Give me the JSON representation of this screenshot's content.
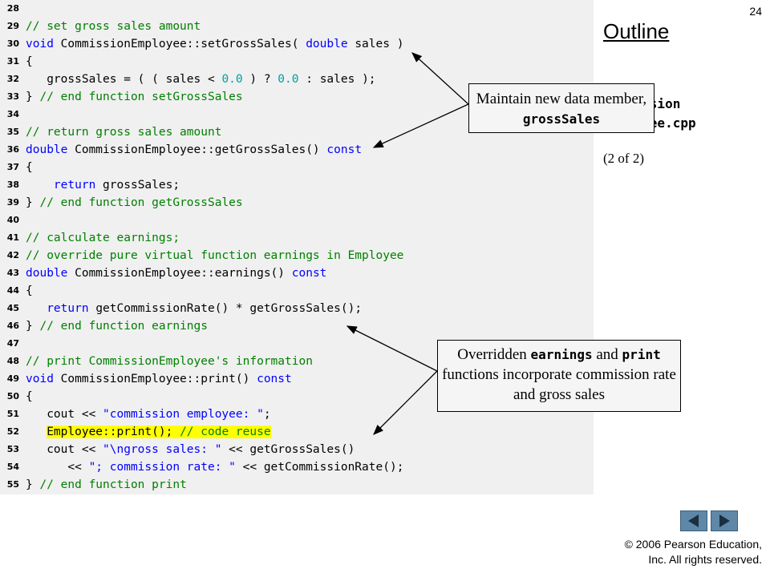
{
  "slide_number": "24",
  "outline": {
    "title": "Outline",
    "file_line1": "Commission",
    "file_line2": "Employee.cpp",
    "part": "(2 of 2)"
  },
  "code_lines": [
    {
      "n": "28",
      "segs": []
    },
    {
      "n": "29",
      "segs": [
        {
          "t": "// set gross sales amount",
          "c": "c"
        }
      ]
    },
    {
      "n": "30",
      "segs": [
        {
          "t": "void",
          "c": "k"
        },
        {
          "t": " CommissionEmployee::setGrossSales( ",
          "c": "p"
        },
        {
          "t": "double",
          "c": "k"
        },
        {
          "t": " sales )",
          "c": "p"
        }
      ]
    },
    {
      "n": "31",
      "segs": [
        {
          "t": "{",
          "c": "p"
        }
      ]
    },
    {
      "n": "32",
      "segs": [
        {
          "t": "   grossSales = ( ( sales < ",
          "c": "p"
        },
        {
          "t": "0.0",
          "c": "n"
        },
        {
          "t": " ) ? ",
          "c": "p"
        },
        {
          "t": "0.0",
          "c": "n"
        },
        {
          "t": " : sales );",
          "c": "p"
        }
      ]
    },
    {
      "n": "33",
      "segs": [
        {
          "t": "} ",
          "c": "p"
        },
        {
          "t": "// end function setGrossSales",
          "c": "c"
        }
      ]
    },
    {
      "n": "34",
      "segs": []
    },
    {
      "n": "35",
      "segs": [
        {
          "t": "// return gross sales amount",
          "c": "c"
        }
      ]
    },
    {
      "n": "36",
      "segs": [
        {
          "t": "double",
          "c": "k"
        },
        {
          "t": " CommissionEmployee::getGrossSales() ",
          "c": "p"
        },
        {
          "t": "const",
          "c": "k"
        }
      ]
    },
    {
      "n": "37",
      "segs": [
        {
          "t": "{",
          "c": "p"
        }
      ]
    },
    {
      "n": "38",
      "segs": [
        {
          "t": "    ",
          "c": "p"
        },
        {
          "t": "return",
          "c": "k"
        },
        {
          "t": " grossSales;",
          "c": "p"
        }
      ]
    },
    {
      "n": "39",
      "segs": [
        {
          "t": "} ",
          "c": "p"
        },
        {
          "t": "// end function getGrossSales",
          "c": "c"
        }
      ]
    },
    {
      "n": "40",
      "segs": []
    },
    {
      "n": "41",
      "segs": [
        {
          "t": "// calculate earnings;",
          "c": "c"
        }
      ]
    },
    {
      "n": "42",
      "segs": [
        {
          "t": "// override pure virtual function earnings in Employee",
          "c": "c"
        }
      ]
    },
    {
      "n": "43",
      "segs": [
        {
          "t": "double",
          "c": "k"
        },
        {
          "t": " CommissionEmployee::earnings() ",
          "c": "p"
        },
        {
          "t": "const",
          "c": "k"
        }
      ]
    },
    {
      "n": "44",
      "segs": [
        {
          "t": "{",
          "c": "p"
        }
      ]
    },
    {
      "n": "45",
      "segs": [
        {
          "t": "   ",
          "c": "p"
        },
        {
          "t": "return",
          "c": "k"
        },
        {
          "t": " getCommissionRate() * getGrossSales();",
          "c": "p"
        }
      ]
    },
    {
      "n": "46",
      "segs": [
        {
          "t": "} ",
          "c": "p"
        },
        {
          "t": "// end function earnings",
          "c": "c"
        }
      ]
    },
    {
      "n": "47",
      "segs": []
    },
    {
      "n": "48",
      "segs": [
        {
          "t": "// print CommissionEmployee's information",
          "c": "c"
        }
      ]
    },
    {
      "n": "49",
      "segs": [
        {
          "t": "void",
          "c": "k"
        },
        {
          "t": " CommissionEmployee::print() ",
          "c": "p"
        },
        {
          "t": "const",
          "c": "k"
        }
      ]
    },
    {
      "n": "50",
      "segs": [
        {
          "t": "{",
          "c": "p"
        }
      ]
    },
    {
      "n": "51",
      "segs": [
        {
          "t": "   cout << ",
          "c": "p"
        },
        {
          "t": "\"commission employee: \"",
          "c": "s"
        },
        {
          "t": ";",
          "c": "p"
        }
      ]
    },
    {
      "n": "52",
      "segs": [
        {
          "t": "   ",
          "c": "p"
        },
        {
          "t": "Employee::print(); ",
          "c": "p",
          "hl": true
        },
        {
          "t": "// code reuse",
          "c": "c",
          "hl": true
        }
      ]
    },
    {
      "n": "53",
      "segs": [
        {
          "t": "   cout << ",
          "c": "p"
        },
        {
          "t": "\"\\ngross sales: \"",
          "c": "s"
        },
        {
          "t": " << getGrossSales()",
          "c": "p"
        }
      ]
    },
    {
      "n": "54",
      "segs": [
        {
          "t": "      << ",
          "c": "p"
        },
        {
          "t": "\"; commission rate: \"",
          "c": "s"
        },
        {
          "t": " << getCommissionRate();",
          "c": "p"
        }
      ]
    },
    {
      "n": "55",
      "segs": [
        {
          "t": "} ",
          "c": "p"
        },
        {
          "t": "// end function print",
          "c": "c"
        }
      ]
    }
  ],
  "callouts": {
    "gross": {
      "pre": "Maintain new data member, ",
      "code": "grossSales"
    },
    "earnings": {
      "pre": "Overridden ",
      "code1": "earnings",
      "mid": " and ",
      "code2": "print",
      "post": " functions incorporate commission rate and gross sales"
    }
  },
  "nav": {
    "prev_icon": "triangle-left",
    "next_icon": "triangle-right",
    "button_color": "#5f88a8"
  },
  "copyright": {
    "line1": "© 2006 Pearson Education,",
    "line2": "Inc.  All rights reserved."
  }
}
